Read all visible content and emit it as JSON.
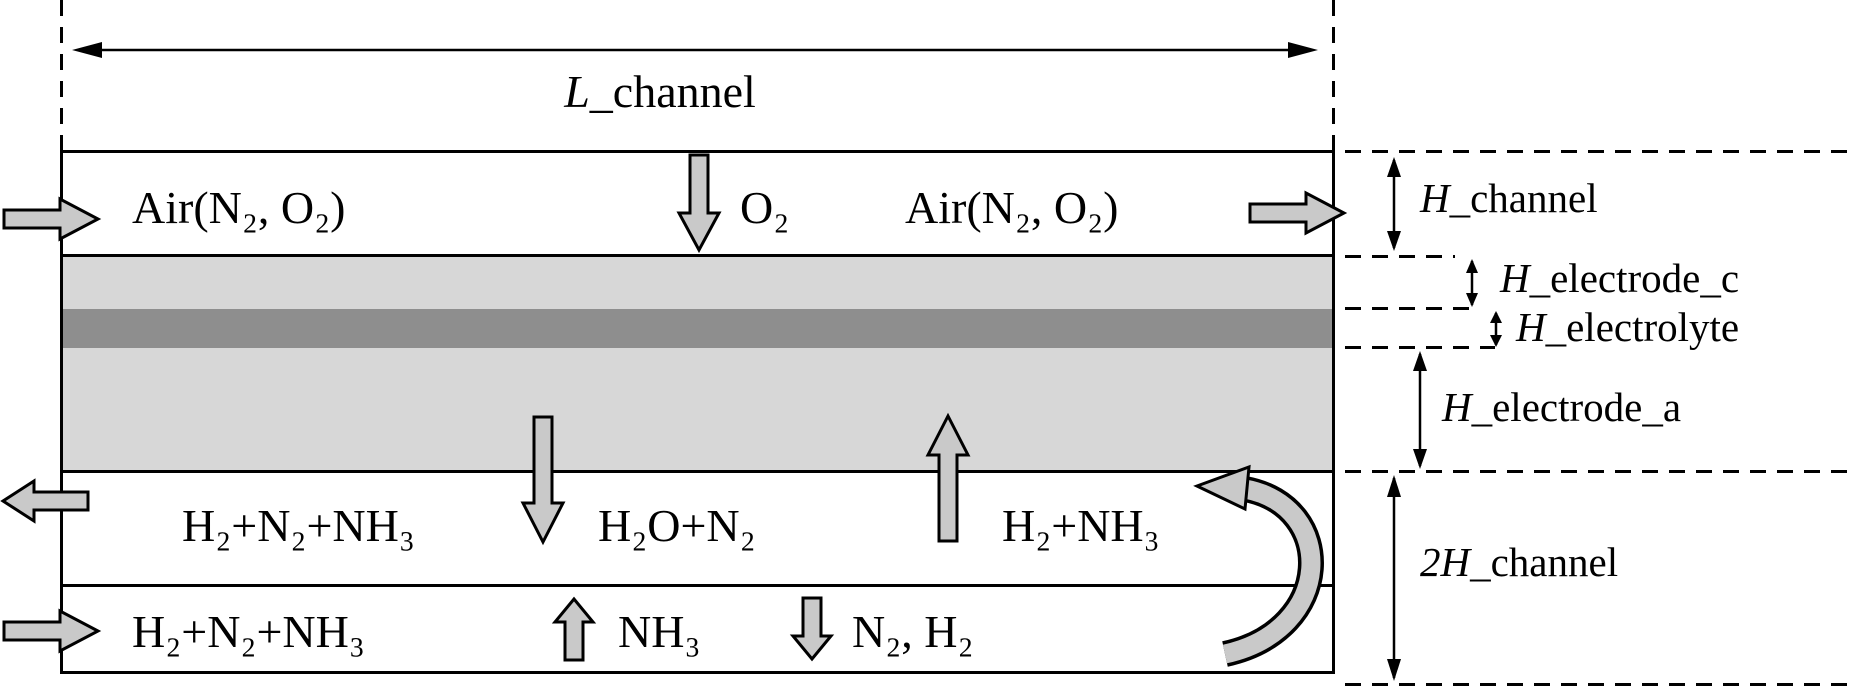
{
  "colors": {
    "electrode": "#d7d7d7",
    "electrolyte": "#8e8e8e",
    "arrow_fill": "#c9c9c9",
    "line": "#000000",
    "background": "#ffffff"
  },
  "length_label": {
    "var": "L",
    "rest": "_channel"
  },
  "air_channel": {
    "inlet_label": "Air(N₂, O₂)",
    "down_label": "O₂",
    "outlet_label": "Air(N₂, O₂)"
  },
  "fuel_channel": {
    "outlet_label": "H₂+N₂+NH₃",
    "down_label": "H₂O+N₂",
    "up_label": "H₂+NH₃"
  },
  "bottom_channel": {
    "inlet_label": "H₂+N₂+NH₃",
    "up_label": "NH₃",
    "down_label": "N₂, H₂"
  },
  "dimensions": {
    "h_channel": {
      "var": "H",
      "rest": "_channel"
    },
    "h_electrode_c": {
      "var": "H",
      "rest": "_electrode_c"
    },
    "h_electrolyte": {
      "var": "H",
      "rest": "_electrolyte"
    },
    "h_electrode_a": {
      "var": "H",
      "rest": "_electrode_a"
    },
    "two_h_channel": {
      "var": "2H",
      "rest": "_channel"
    }
  }
}
